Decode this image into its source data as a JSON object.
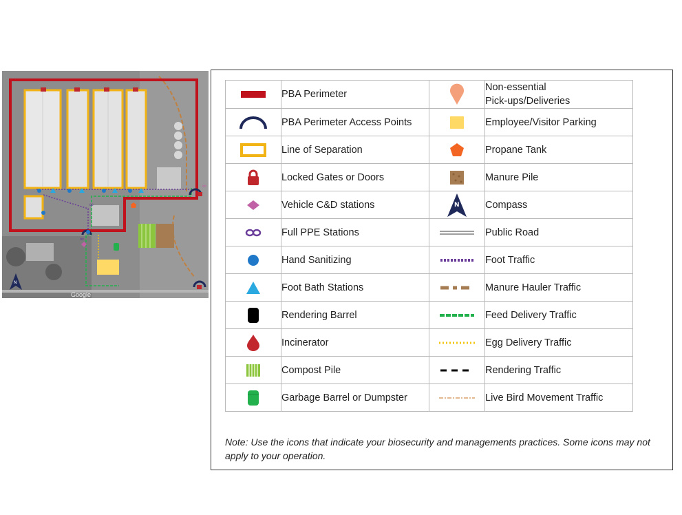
{
  "map": {
    "watermark": "Google"
  },
  "legend": {
    "left": [
      {
        "label": "PBA Perimeter",
        "icon": "perimeter-line-icon"
      },
      {
        "label": "PBA Perimeter Access Points",
        "icon": "access-point-arch-icon"
      },
      {
        "label": "Line of Separation",
        "icon": "separation-rectangle-icon"
      },
      {
        "label": "Locked Gates or Doors",
        "icon": "padlock-icon"
      },
      {
        "label": "Vehicle C&D stations",
        "icon": "diamond-icon"
      },
      {
        "label": "Full PPE Stations",
        "icon": "infinity-icon"
      },
      {
        "label": "Hand Sanitizing",
        "icon": "blue-dot-icon"
      },
      {
        "label": "Foot Bath Stations",
        "icon": "triangle-icon"
      },
      {
        "label": "Rendering Barrel",
        "icon": "barrel-icon"
      },
      {
        "label": "Incinerator",
        "icon": "flame-drop-icon"
      },
      {
        "label": "Compost Pile",
        "icon": "compost-stripes-icon"
      },
      {
        "label": "Garbage Barrel or Dumpster",
        "icon": "green-barrel-icon"
      }
    ],
    "right": [
      {
        "label": "Non-essential",
        "label2": "Pick-ups/Deliveries",
        "icon": "map-pin-icon"
      },
      {
        "label": "Employee/Visitor Parking",
        "icon": "yellow-square-icon"
      },
      {
        "label": "Propane Tank",
        "icon": "pentagon-icon"
      },
      {
        "label": "Manure Pile",
        "icon": "brown-square-icon"
      },
      {
        "label": "Compass",
        "icon": "compass-icon"
      },
      {
        "label": "Public Road",
        "icon": "double-line-icon"
      },
      {
        "label": "Foot Traffic",
        "icon": "purple-dotted-line-icon"
      },
      {
        "label": "Manure Hauler Traffic",
        "icon": "brown-dash-line-icon"
      },
      {
        "label": "Feed Delivery Traffic",
        "icon": "green-dash-line-icon"
      },
      {
        "label": "Egg Delivery Traffic",
        "icon": "yellow-dotted-line-icon"
      },
      {
        "label": "Rendering Traffic",
        "icon": "black-dash-line-icon"
      },
      {
        "label": "Live Bird Movement Traffic",
        "icon": "orange-dashdot-line-icon"
      }
    ]
  },
  "note": "Note: Use the icons that indicate your biosecurity and managements practices. Some icons may not apply to your operation.",
  "colors": {
    "perimeter": "#c0121c",
    "separation": "#f2b414",
    "access": "#1f2a5a",
    "lock": "#c0272d",
    "vehicle": "#c062a5",
    "ppe": "#6a3d9a",
    "sanitize": "#1f78c8",
    "footbath": "#29a9e0",
    "incinerator": "#c1272d",
    "compost": "#8cc63f",
    "garbage": "#22b14c",
    "pin": "#f4a07a",
    "parking": "#ffd966",
    "propane": "#f26522",
    "manure": "#a67c52",
    "compass": "#1f2a5a"
  }
}
